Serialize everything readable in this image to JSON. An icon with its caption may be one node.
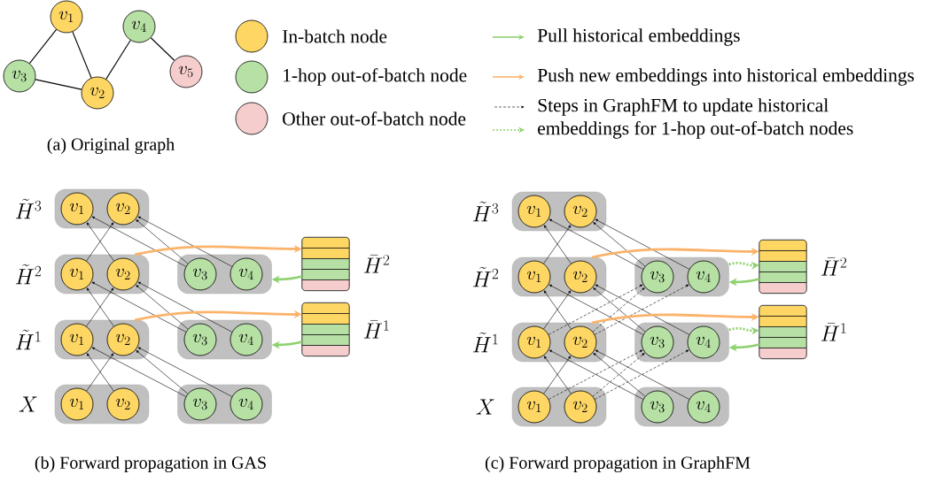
{
  "diagram": {
    "nodes": [
      {
        "text": [
          "v_1"
        ]
      },
      {
        "text": [
          "v_3"
        ]
      },
      {
        "text": [
          "v_2"
        ]
      },
      {
        "text": [
          "v_4"
        ]
      },
      {
        "text": [
          "v_5"
        ]
      },
      {
        "text": [],
        "shape": "box",
        "beside": [
          "\\tilde{H}^3"
        ]
      },
      {
        "text": [
          "v_1"
        ],
        "in": 5
      },
      {
        "text": [
          "v_2"
        ],
        "in": 5
      },
      {
        "text": [],
        "shape": "box",
        "beside": [
          "\\tilde{H}^2"
        ]
      },
      {
        "text": [
          "v_1"
        ],
        "in": 8
      },
      {
        "text": [
          "v_2"
        ],
        "in": 8
      },
      {
        "text": [],
        "shape": "box"
      },
      {
        "text": [
          "v_3"
        ],
        "in": 11
      },
      {
        "text": [
          "v_4"
        ],
        "in": 11
      },
      {
        "text": [],
        "shape": "box",
        "beside": [
          "\\bar{H}^2"
        ]
      },
      {
        "text": [],
        "shape": "box",
        "beside": [
          "\\tilde{H}^1"
        ]
      },
      {
        "text": [
          "v_1"
        ],
        "in": 15
      },
      {
        "text": [
          "v_2"
        ],
        "in": 15
      },
      {
        "text": [],
        "shape": "box"
      },
      {
        "text": [
          "v_3"
        ],
        "in": 18
      },
      {
        "text": [
          "v_4"
        ],
        "in": 18
      },
      {
        "text": [],
        "shape": "box",
        "beside": [
          "\\bar{H}^1"
        ]
      },
      {
        "text": [],
        "shape": "box",
        "beside": [
          "X"
        ]
      },
      {
        "text": [
          "v_1"
        ],
        "in": 22
      },
      {
        "text": [
          "v_2"
        ],
        "in": 22
      },
      {
        "text": [],
        "shape": "box"
      },
      {
        "text": [
          "v_3"
        ],
        "in": 25
      },
      {
        "text": [
          "v_4"
        ],
        "in": 25
      },
      {
        "text": [],
        "shape": "box",
        "beside": [
          "\\tilde{H}^3"
        ]
      },
      {
        "text": [
          "v_1"
        ],
        "in": 28
      },
      {
        "text": [
          "v_2"
        ],
        "in": 28
      },
      {
        "text": [],
        "shape": "box",
        "beside": [
          "\\tilde{H}^2"
        ]
      },
      {
        "text": [
          "v_1"
        ],
        "in": 31
      },
      {
        "text": [
          "v_2"
        ],
        "in": 31
      },
      {
        "text": [],
        "shape": "box"
      },
      {
        "text": [
          "v_3"
        ],
        "in": 34
      },
      {
        "text": [
          "v_4"
        ],
        "in": 34
      },
      {
        "text": [],
        "shape": "box",
        "beside": [
          "\\bar{H}^2"
        ]
      },
      {
        "text": [],
        "shape": "box",
        "beside": [
          "\\tilde{H}^1"
        ]
      },
      {
        "text": [
          "v_1"
        ],
        "in": 38
      },
      {
        "text": [
          "v_2"
        ],
        "in": 38
      },
      {
        "text": [],
        "shape": "box"
      },
      {
        "text": [
          "v_3"
        ],
        "in": 41
      },
      {
        "text": [
          "v_4"
        ],
        "in": 41
      },
      {
        "text": [],
        "shape": "box",
        "beside": [
          "\\bar{H}^1"
        ]
      },
      {
        "text": [],
        "shape": "box",
        "beside": [
          "X"
        ]
      },
      {
        "text": [
          "v_1"
        ],
        "in": 45
      },
      {
        "text": [
          "v_2"
        ],
        "in": 45
      },
      {
        "text": [],
        "shape": "box"
      },
      {
        "text": [
          "v_3"
        ],
        "in": 48
      },
      {
        "text": [
          "v_4"
        ],
        "in": 48
      }
    ],
    "edges": [
      {
        "from": 0,
        "to": 1,
        "arrow": "none"
      },
      {
        "from": 0,
        "to": 2,
        "arrow": "none"
      },
      {
        "from": 1,
        "to": 2,
        "arrow": "none"
      },
      {
        "from": 2,
        "to": 3,
        "arrow": "none"
      },
      {
        "from": 3,
        "to": 4,
        "arrow": "none"
      },
      {
        "from": 24,
        "to": 16,
        "arrow": "to"
      },
      {
        "from": 23,
        "to": 17,
        "arrow": "to"
      },
      {
        "from": 26,
        "to": 16,
        "arrow": "to"
      },
      {
        "from": 26,
        "to": 17,
        "arrow": "to"
      },
      {
        "from": 27,
        "to": 17,
        "arrow": "to"
      },
      {
        "from": 17,
        "to": 9,
        "arrow": "to"
      },
      {
        "from": 16,
        "to": 10,
        "arrow": "to"
      },
      {
        "from": 19,
        "to": 9,
        "arrow": "to"
      },
      {
        "from": 19,
        "to": 10,
        "arrow": "to"
      },
      {
        "from": 20,
        "to": 10,
        "arrow": "to"
      },
      {
        "from": 10,
        "to": 6,
        "arrow": "to"
      },
      {
        "from": 9,
        "to": 7,
        "arrow": "to"
      },
      {
        "from": 12,
        "to": 6,
        "arrow": "to"
      },
      {
        "from": 12,
        "to": 7,
        "arrow": "to"
      },
      {
        "from": 13,
        "to": 7,
        "arrow": "to"
      },
      {
        "from": 8,
        "to": 14,
        "arrow": "to",
        "style": "thick",
        "color": "#fbb36b"
      },
      {
        "from": 15,
        "to": 21,
        "arrow": "to",
        "style": "thick",
        "color": "#fbb36b"
      },
      {
        "from": 14,
        "to": 11,
        "arrow": "to",
        "style": "thick",
        "color": "#8fd16f"
      },
      {
        "from": 21,
        "to": 18,
        "arrow": "to",
        "style": "thick",
        "color": "#8fd16f"
      },
      {
        "from": 47,
        "to": 39,
        "arrow": "to"
      },
      {
        "from": 46,
        "to": 40,
        "arrow": "to"
      },
      {
        "from": 49,
        "to": 39,
        "arrow": "to"
      },
      {
        "from": 49,
        "to": 40,
        "arrow": "to"
      },
      {
        "from": 50,
        "to": 40,
        "arrow": "to"
      },
      {
        "from": 40,
        "to": 32,
        "arrow": "to"
      },
      {
        "from": 39,
        "to": 33,
        "arrow": "to"
      },
      {
        "from": 42,
        "to": 32,
        "arrow": "to"
      },
      {
        "from": 42,
        "to": 33,
        "arrow": "to"
      },
      {
        "from": 43,
        "to": 33,
        "arrow": "to"
      },
      {
        "from": 33,
        "to": 29,
        "arrow": "to"
      },
      {
        "from": 32,
        "to": 30,
        "arrow": "to"
      },
      {
        "from": 35,
        "to": 29,
        "arrow": "to"
      },
      {
        "from": 35,
        "to": 30,
        "arrow": "to"
      },
      {
        "from": 36,
        "to": 30,
        "arrow": "to"
      },
      {
        "from": 46,
        "to": 42,
        "arrow": "to",
        "style": "dashed"
      },
      {
        "from": 47,
        "to": 42,
        "arrow": "to",
        "style": "dashed"
      },
      {
        "from": 47,
        "to": 43,
        "arrow": "to",
        "style": "dashed"
      },
      {
        "from": 39,
        "to": 35,
        "arrow": "to",
        "style": "dashed"
      },
      {
        "from": 40,
        "to": 35,
        "arrow": "to",
        "style": "dashed"
      },
      {
        "from": 40,
        "to": 36,
        "arrow": "to",
        "style": "dashed"
      },
      {
        "from": 31,
        "to": 37,
        "arrow": "to",
        "style": "thick",
        "color": "#fbb36b"
      },
      {
        "from": 38,
        "to": 44,
        "arrow": "to",
        "style": "thick",
        "color": "#fbb36b"
      },
      {
        "from": 37,
        "to": 34,
        "arrow": "to",
        "style": "thick",
        "color": "#8fd16f"
      },
      {
        "from": 44,
        "to": 41,
        "arrow": "to",
        "style": "thick",
        "color": "#8fd16f"
      },
      {
        "from": 34,
        "to": 37,
        "arrow": "to",
        "style": "dashed",
        "color": "#8fd16f"
      },
      {
        "from": 41,
        "to": 44,
        "arrow": "to",
        "style": "dashed",
        "color": "#8fd16f"
      }
    ],
    "labels": [
      "(a) Original graph",
      "(b) Forward propagation in GAS",
      "(c) Forward propagation in GraphFM"
    ],
    "legend": [
      {
        "text": "In-batch node",
        "color": "#fdd663"
      },
      {
        "text": "1-hop out-of-batch node",
        "color": "#b6e0a4"
      },
      {
        "text": "Other out-of-batch node",
        "color": "#f6cdcd"
      },
      {
        "text": "Pull historical embeddings"
      },
      {
        "text": "Push new embeddings into historical embeddings"
      },
      {
        "text": "Steps in GraphFM to update historical embeddings for 1-hop out-of-batch nodes"
      }
    ]
  }
}
